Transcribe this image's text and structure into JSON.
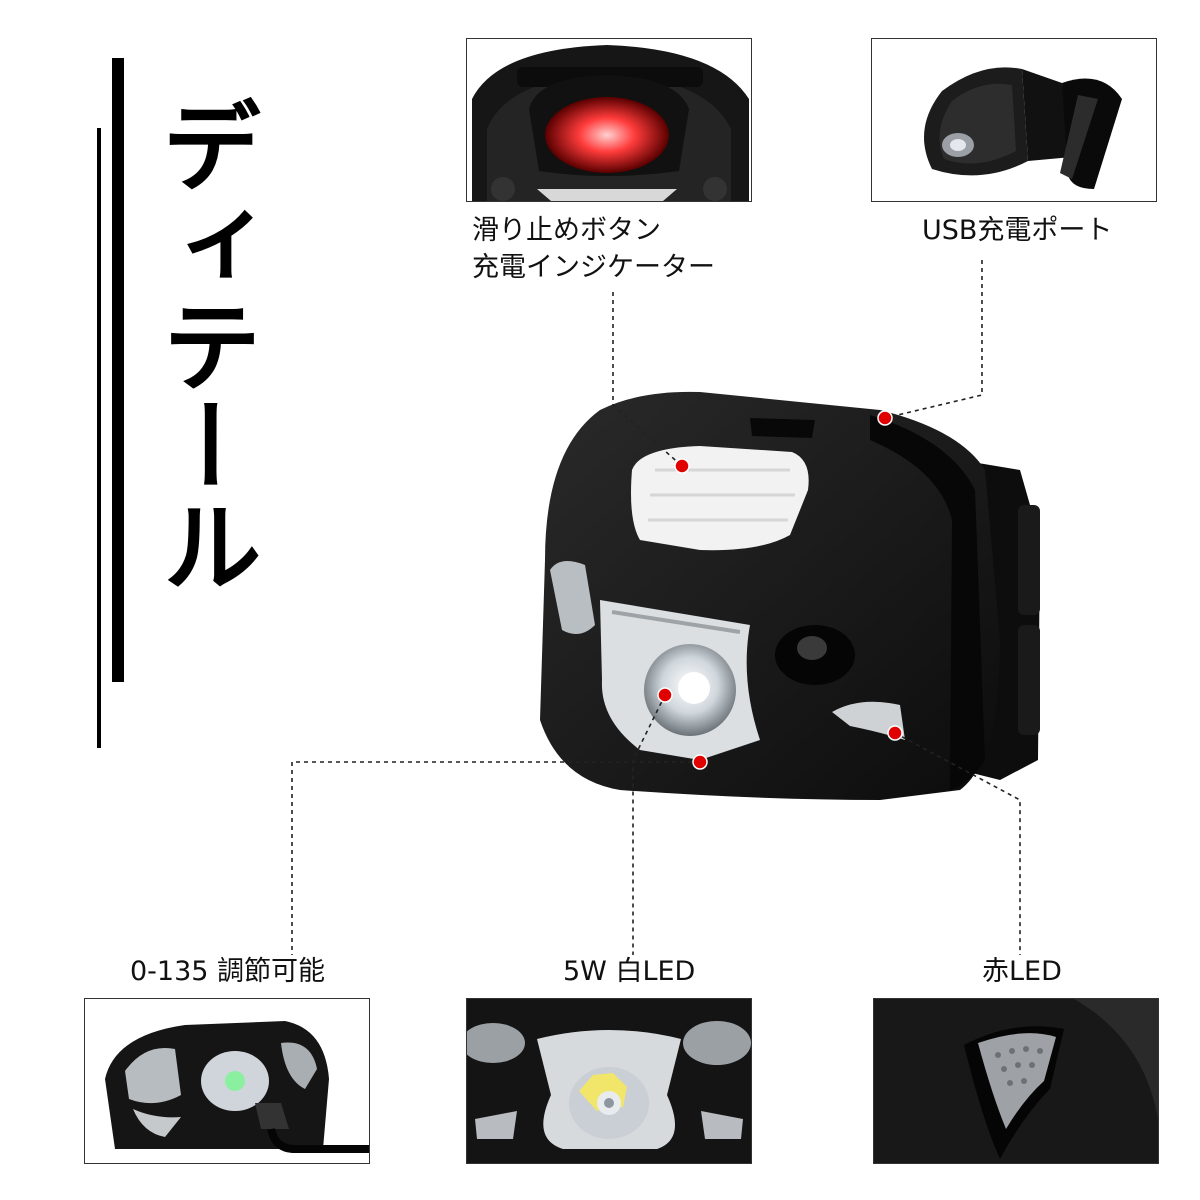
{
  "title": "ディテール",
  "callouts": {
    "nonslip_button": "滑り止めボタン",
    "charge_indicator": "充電インジケーター",
    "usb_port": "USB充電ポート",
    "angle": "0-135 調節可能",
    "white_led": "5W 白LED",
    "red_led": "赤LED"
  },
  "colors": {
    "marker": "#e00000",
    "device_body": "#1b1b1b",
    "red_glow": "#ff3030",
    "frame": "#333333"
  }
}
